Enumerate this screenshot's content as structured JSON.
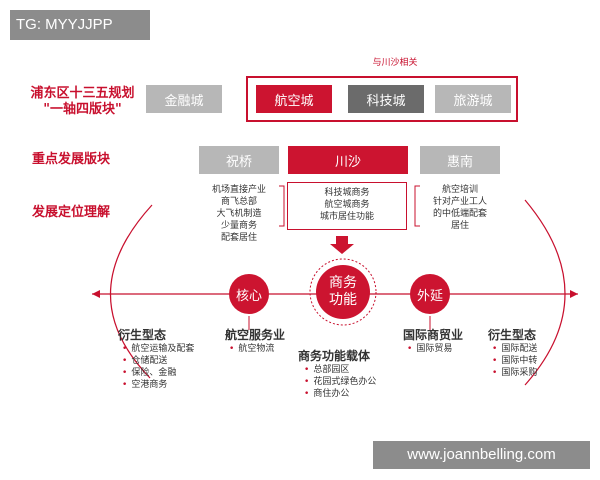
{
  "watermarks": {
    "top": "TG: MYYJJPP",
    "bottom": "www.joannbelling.com"
  },
  "header": {
    "related_label": "与川沙相关"
  },
  "rows": {
    "plan_label_line1": "浦东区十三五规划",
    "plan_label_line2": "\"一轴四版块\"",
    "focus_label": "重点发展版块",
    "position_label": "发展定位理解"
  },
  "plan_boxes": [
    "金融城",
    "航空城",
    "科技城",
    "旅游城"
  ],
  "focus_boxes": [
    "祝桥",
    "川沙",
    "惠南"
  ],
  "descriptions": {
    "zhuqiao": [
      "机场直接产业",
      "商飞总部",
      "大飞机制造",
      "少量商务",
      "配套居住"
    ],
    "chuansha": [
      "科技城商务",
      "航空城商务",
      "城市居住功能"
    ],
    "huinan": [
      "航空培训",
      "针对产业工人",
      "的中低端配套",
      "居住"
    ]
  },
  "circles": {
    "core": "核心",
    "center_line1": "商务",
    "center_line2": "功能",
    "extend": "外延"
  },
  "categories": [
    {
      "title": "衍生型态",
      "items": [
        "航空运输及配套",
        "仓储配送",
        "保险、金融",
        "空港商务"
      ]
    },
    {
      "title": "航空服务业",
      "items": [
        "航空物流"
      ]
    },
    {
      "title": "商务功能载体",
      "items": [
        "总部园区",
        "花园式绿色办公",
        "商住办公"
      ]
    },
    {
      "title": "国际商贸业",
      "items": [
        "国际贸易"
      ]
    },
    {
      "title": "衍生型态",
      "items": [
        "国际配送",
        "国际中转",
        "国际采购"
      ]
    }
  ],
  "colors": {
    "accent": "#c8102e",
    "gray": "#b7b7b7",
    "dark_gray": "#6b6b6b"
  }
}
